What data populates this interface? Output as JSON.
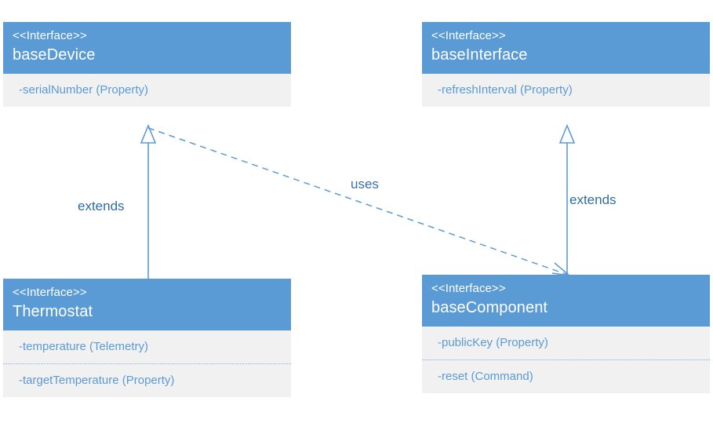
{
  "diagram": {
    "type": "uml-class-diagram",
    "background_color": "#ffffff",
    "accent_color": "#5b9bd5",
    "member_background_color": "#f1f1f1",
    "label_color": "#2e6da4",
    "classes": [
      {
        "id": "basedevice",
        "stereotype": "<<Interface>>",
        "name": "baseDevice",
        "members": [
          "-serialNumber (Property)"
        ]
      },
      {
        "id": "baseinterface",
        "stereotype": "<<Interface>>",
        "name": "baseInterface",
        "members": [
          "-refreshInterval (Property)"
        ]
      },
      {
        "id": "thermostat",
        "stereotype": "<<Interface>>",
        "name": "Thermostat",
        "members": [
          "-temperature (Telemetry)",
          "-targetTemperature (Property)"
        ]
      },
      {
        "id": "basecomponent",
        "stereotype": "<<Interface>>",
        "name": "baseComponent",
        "members": [
          "-publicKey (Property)",
          "-reset (Command)"
        ]
      }
    ],
    "relationships": [
      {
        "id": "thermostat-extends-basedevice",
        "label": "extends",
        "kind": "generalization",
        "line": "solid",
        "arrowhead": "hollow-triangle",
        "from": "thermostat",
        "to": "basedevice"
      },
      {
        "id": "basecomponent-extends-baseinterface",
        "label": "extends",
        "kind": "generalization",
        "line": "solid",
        "arrowhead": "hollow-triangle",
        "from": "basecomponent",
        "to": "baseinterface"
      },
      {
        "id": "basecomponent-uses-basedevice",
        "label": "uses",
        "kind": "dependency",
        "line": "dashed",
        "arrowhead": "open",
        "from": "basedevice",
        "to": "basecomponent"
      }
    ]
  }
}
